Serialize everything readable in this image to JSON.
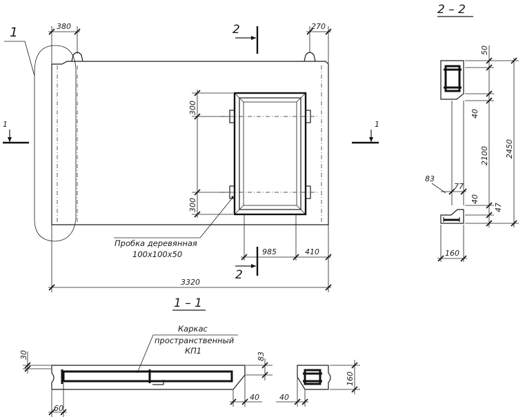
{
  "callout": "1",
  "sections": {
    "section_2_2": "2 – 2",
    "section_1_1": "1 – 1",
    "cut1_left": "1",
    "cut1_right": "1",
    "cut2_top": "2",
    "cut2_bottom": "2"
  },
  "dimensions": {
    "d380": "380",
    "d270": "270",
    "d300_top": "300",
    "d300_bottom": "300",
    "d985": "985",
    "d410": "410",
    "d3320": "3320",
    "s_50": "50",
    "s_40_top": "40",
    "s_2100": "2100",
    "s_2450": "2450",
    "s_83": "83",
    "s_77": "77",
    "s_40_bottom": "40",
    "s_47": "47",
    "s_160": "160",
    "b_30": "30",
    "b_60": "60",
    "b_83": "83",
    "b_40_left": "40",
    "b_40_right": "40",
    "b_160": "160"
  },
  "notes": {
    "plug_line1": "Пробка деревянная",
    "plug_line2": "100х100х50",
    "frame_line1": "Каркас",
    "frame_line2": "пространственный",
    "frame_line3": "КП1"
  }
}
